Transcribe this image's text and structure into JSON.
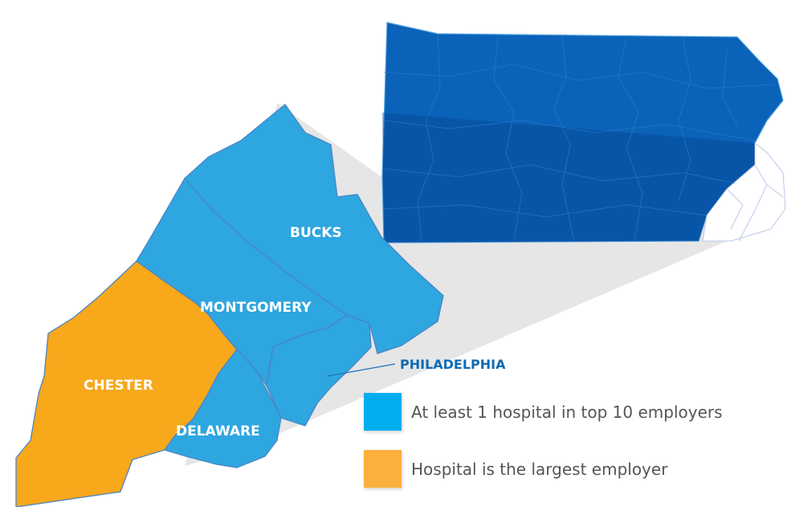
{
  "colors": {
    "top10": "#2ea6e0",
    "largest": "#f7a81b",
    "state": "#0a63b8",
    "callout_text": "#0e6bb3"
  },
  "counties": [
    {
      "name": "BUCKS",
      "category": "top10"
    },
    {
      "name": "MONTGOMERY",
      "category": "top10"
    },
    {
      "name": "PHILADELPHIA",
      "category": "top10"
    },
    {
      "name": "DELAWARE",
      "category": "top10"
    },
    {
      "name": "CHESTER",
      "category": "largest"
    }
  ],
  "legend": [
    {
      "label": "At least 1 hospital in top 10 employers",
      "category": "top10",
      "color": "#00aeef"
    },
    {
      "label": "Hospital is the largest employer",
      "category": "largest",
      "color": "#fbb03b"
    }
  ]
}
